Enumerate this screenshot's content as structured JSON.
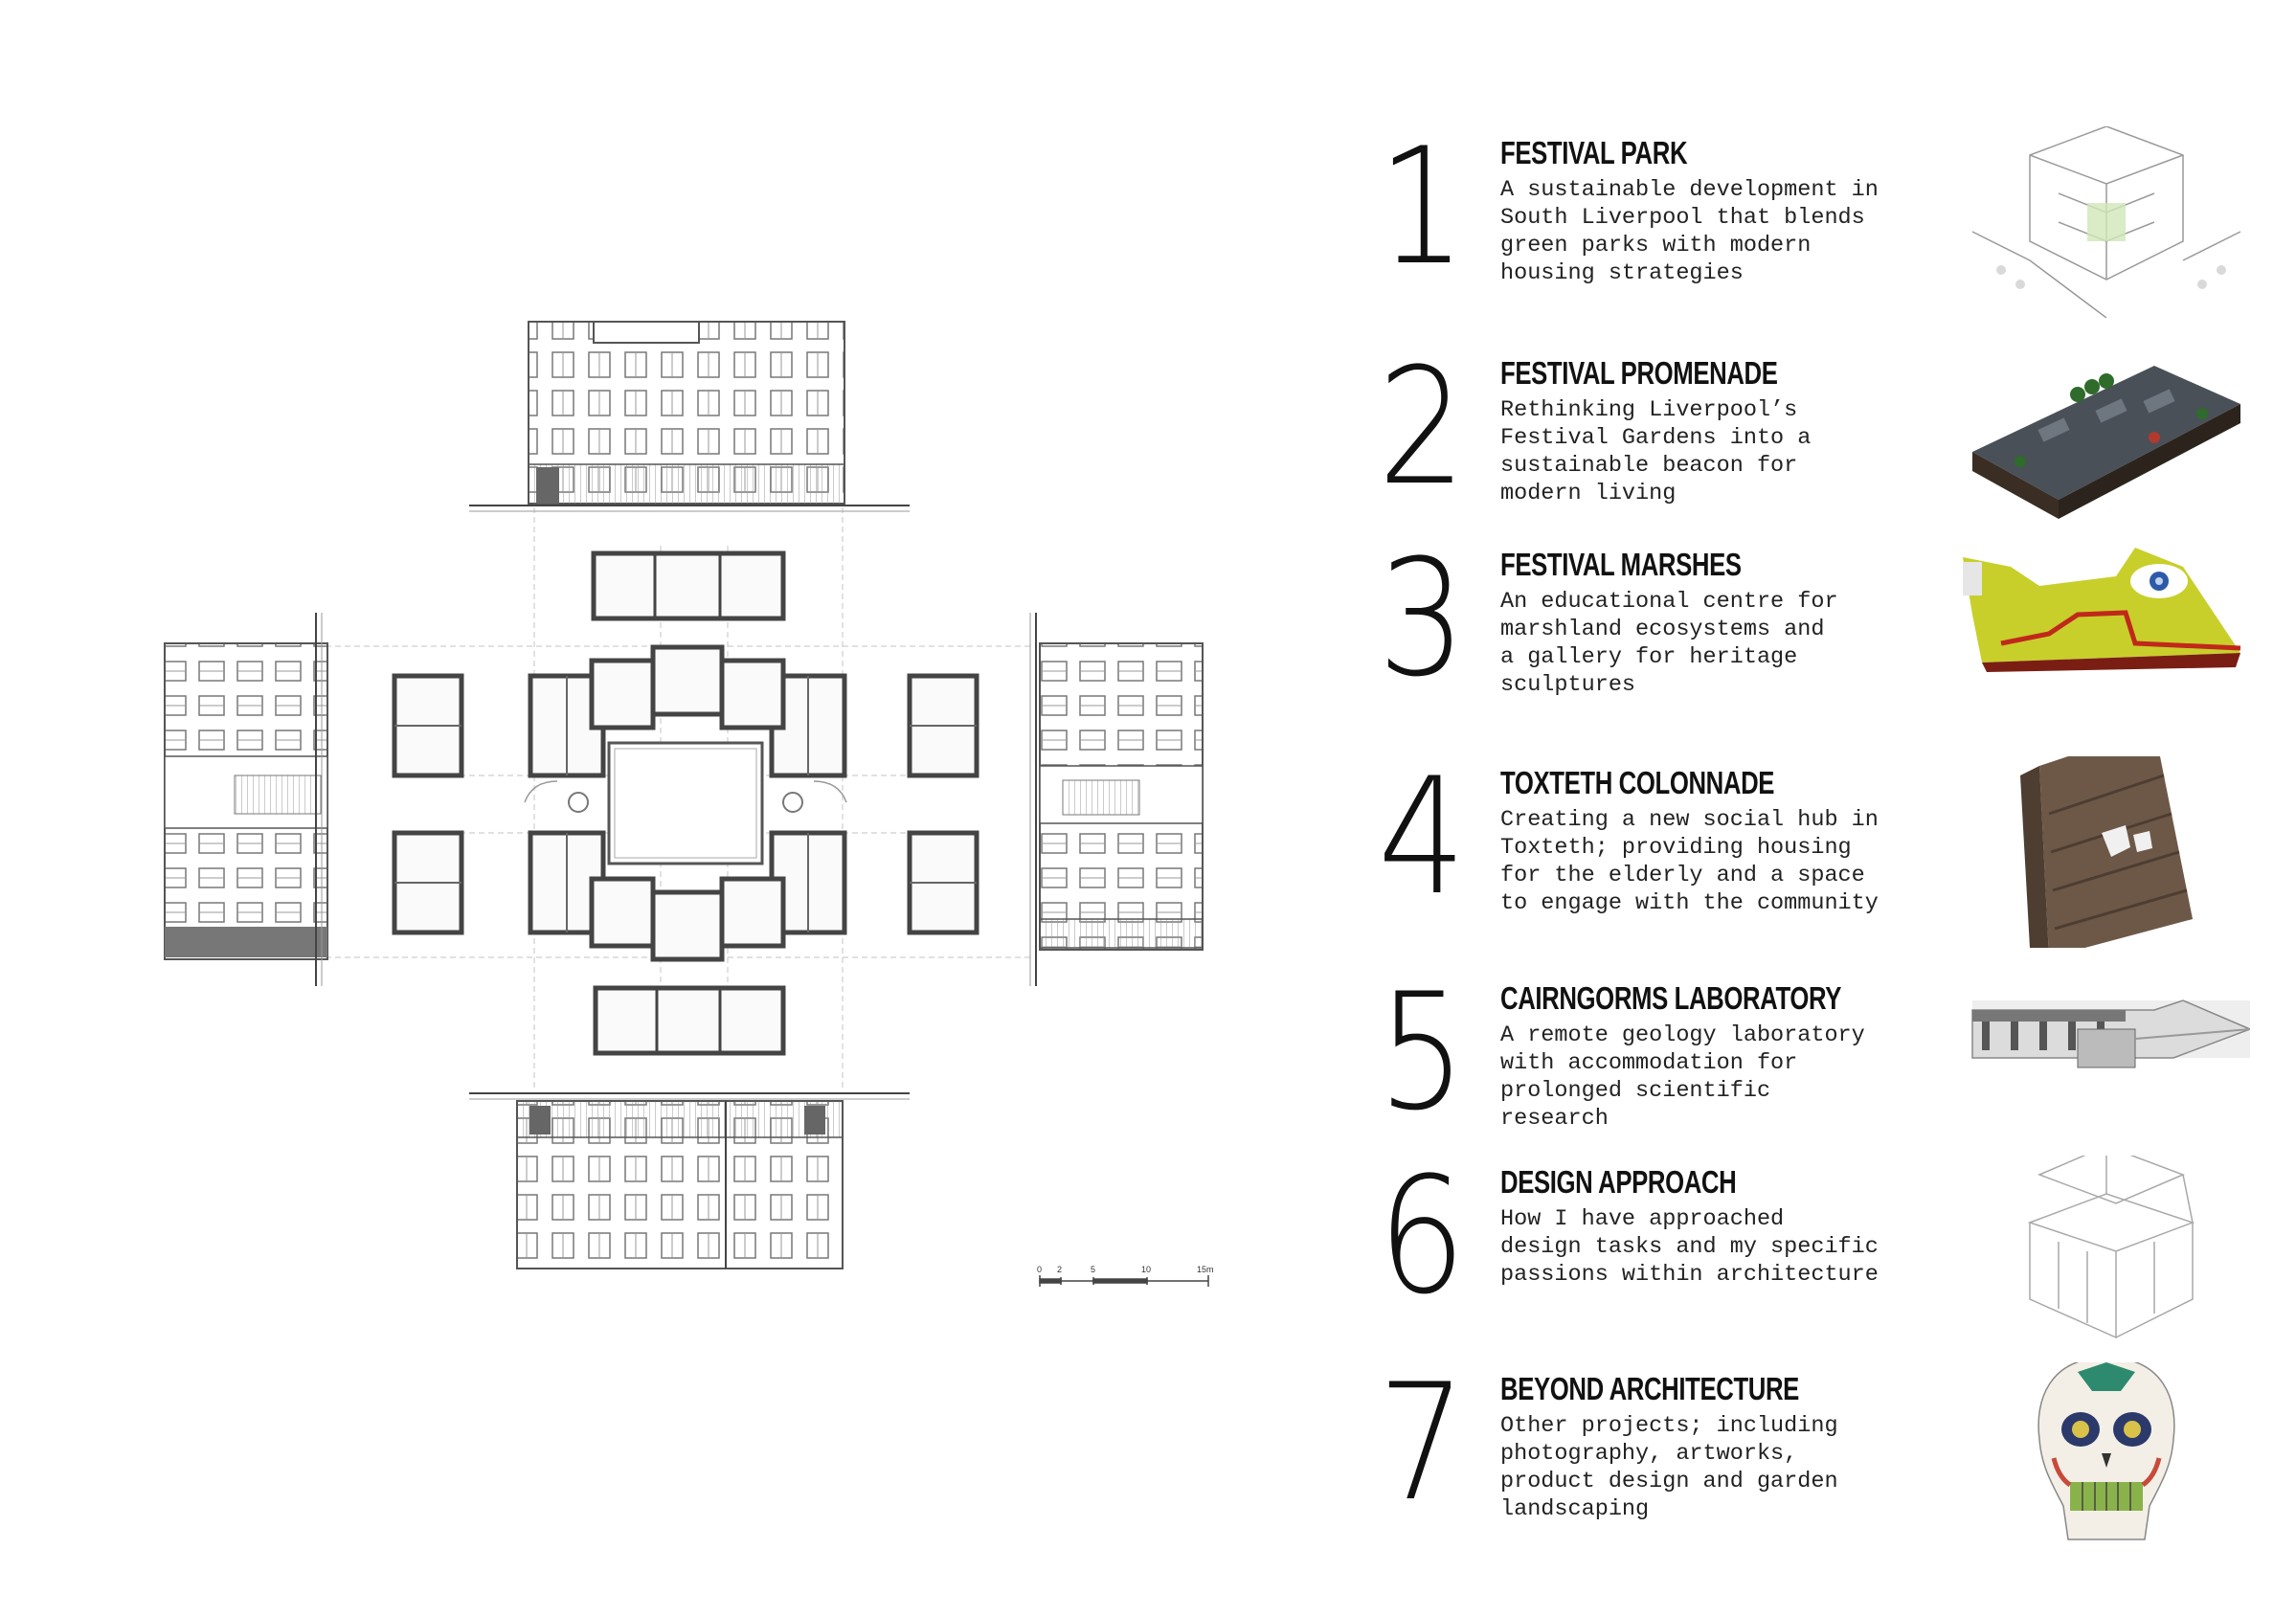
{
  "drawing": {
    "scale_bar_labels": [
      "0",
      "2",
      "5",
      "10",
      "15m"
    ]
  },
  "entries": [
    {
      "number": "1",
      "title": "FESTIVAL PARK",
      "description": "A sustainable development in\nSouth Liverpool that blends\ngreen parks with modern\nhousing strategies",
      "thumbnail_icon": "axonometric-drawing-icon"
    },
    {
      "number": "2",
      "title": "FESTIVAL PROMENADE",
      "description": "Rethinking Liverpool’s\nFestival Gardens into a\nsustainable beacon for\nmodern living",
      "thumbnail_icon": "site-model-icon"
    },
    {
      "number": "3",
      "title": "FESTIVAL MARSHES",
      "description": "An educational centre for\nmarshland ecosystems and\na gallery for heritage\nsculptures",
      "thumbnail_icon": "yellow-building-model-icon"
    },
    {
      "number": "4",
      "title": "TOXTETH COLONNADE",
      "description": "Creating a new social hub in\nToxteth; providing housing\nfor the elderly and a space\nto engage with the community",
      "thumbnail_icon": "terrain-model-icon"
    },
    {
      "number": "5",
      "title": "CAIRNGORMS LABORATORY",
      "description": "A remote geology laboratory\nwith accommodation for\nprolonged scientific\nresearch",
      "thumbnail_icon": "laboratory-section-icon"
    },
    {
      "number": "6",
      "title": "DESIGN APPROACH",
      "description": "How I have approached\ndesign tasks and my specific\npassions within architecture",
      "thumbnail_icon": "exploded-axonometric-icon"
    },
    {
      "number": "7",
      "title": "BEYOND ARCHITECTURE",
      "description": "Other projects; including\nphotography, artworks,\nproduct design and garden\nlandscaping",
      "thumbnail_icon": "decorated-skull-icon"
    }
  ]
}
